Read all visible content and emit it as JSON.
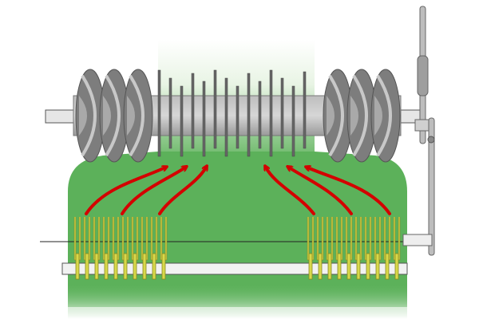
{
  "diagram": {
    "description_visible_text": "",
    "colors": {
      "crop_green": "#5cb15a",
      "crop_green_fade": "#cfe8c8",
      "auger_dark": "#7d7d7d",
      "auger_mid": "#a9a9a9",
      "auger_light": "#c8c8c8",
      "tine_yellow": "#d8d84a",
      "tine_outline": "#8a8a20",
      "flow_arrow_red": "#d40000",
      "bar_white": "#f2f2f2",
      "outline": "#555555"
    },
    "icons": [
      "auger-flight-icon",
      "pickup-tine-icon",
      "flow-arrow-icon",
      "adjustment-lever-icon"
    ],
    "counts": {
      "left_auger_flights": 3,
      "right_auger_flights": 3,
      "central_cutting_knives": 14,
      "left_pickup_tines": 10,
      "right_pickup_tines": 10,
      "flow_arrows": 6
    }
  }
}
